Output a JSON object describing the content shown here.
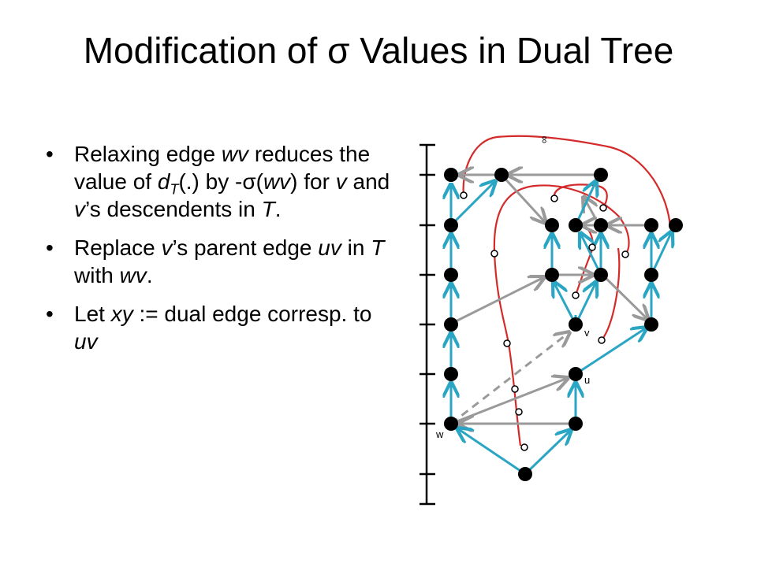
{
  "slide": {
    "title": "Modification of σ Values in Dual Tree",
    "bullets": [
      {
        "parts": [
          {
            "t": "Relaxing edge ",
            "s": "n"
          },
          {
            "t": "wv",
            "s": "i"
          },
          {
            "t": " reduces the value of ",
            "s": "n"
          },
          {
            "t": "d",
            "s": "i"
          },
          {
            "t": "T",
            "s": "isub"
          },
          {
            "t": "(.) by -σ(",
            "s": "n"
          },
          {
            "t": "wv",
            "s": "i"
          },
          {
            "t": ") for ",
            "s": "n"
          },
          {
            "t": "v",
            "s": "i"
          },
          {
            "t": " and ",
            "s": "n"
          },
          {
            "t": "v",
            "s": "i"
          },
          {
            "t": "’s descendents in ",
            "s": "n"
          },
          {
            "t": "T",
            "s": "i"
          },
          {
            "t": ".",
            "s": "n"
          }
        ]
      },
      {
        "parts": [
          {
            "t": "Replace ",
            "s": "n"
          },
          {
            "t": "v",
            "s": "i"
          },
          {
            "t": "’s parent edge ",
            "s": "n"
          },
          {
            "t": "uv",
            "s": "i"
          },
          {
            "t": " in ",
            "s": "n"
          },
          {
            "t": "T",
            "s": "i"
          },
          {
            "t": " with ",
            "s": "n"
          },
          {
            "t": "wv",
            "s": "i"
          },
          {
            "t": ".",
            "s": "n"
          }
        ]
      },
      {
        "parts": [
          {
            "t": "Let ",
            "s": "n"
          },
          {
            "t": "xy",
            "s": "i"
          },
          {
            "t": " := dual edge corresp. to ",
            "s": "n"
          },
          {
            "t": "uv",
            "s": "i"
          }
        ]
      }
    ],
    "bullet_char": "•"
  },
  "diagram": {
    "labels": {
      "v": "v",
      "u": "u",
      "w": "w",
      "infinity": "∞"
    },
    "colors": {
      "tree_edge": "#2aa6c4",
      "gray_edge": "#9a9a9a",
      "dual_edge": "#d42a2a",
      "node": "#000000",
      "ruler": "#000000"
    }
  }
}
